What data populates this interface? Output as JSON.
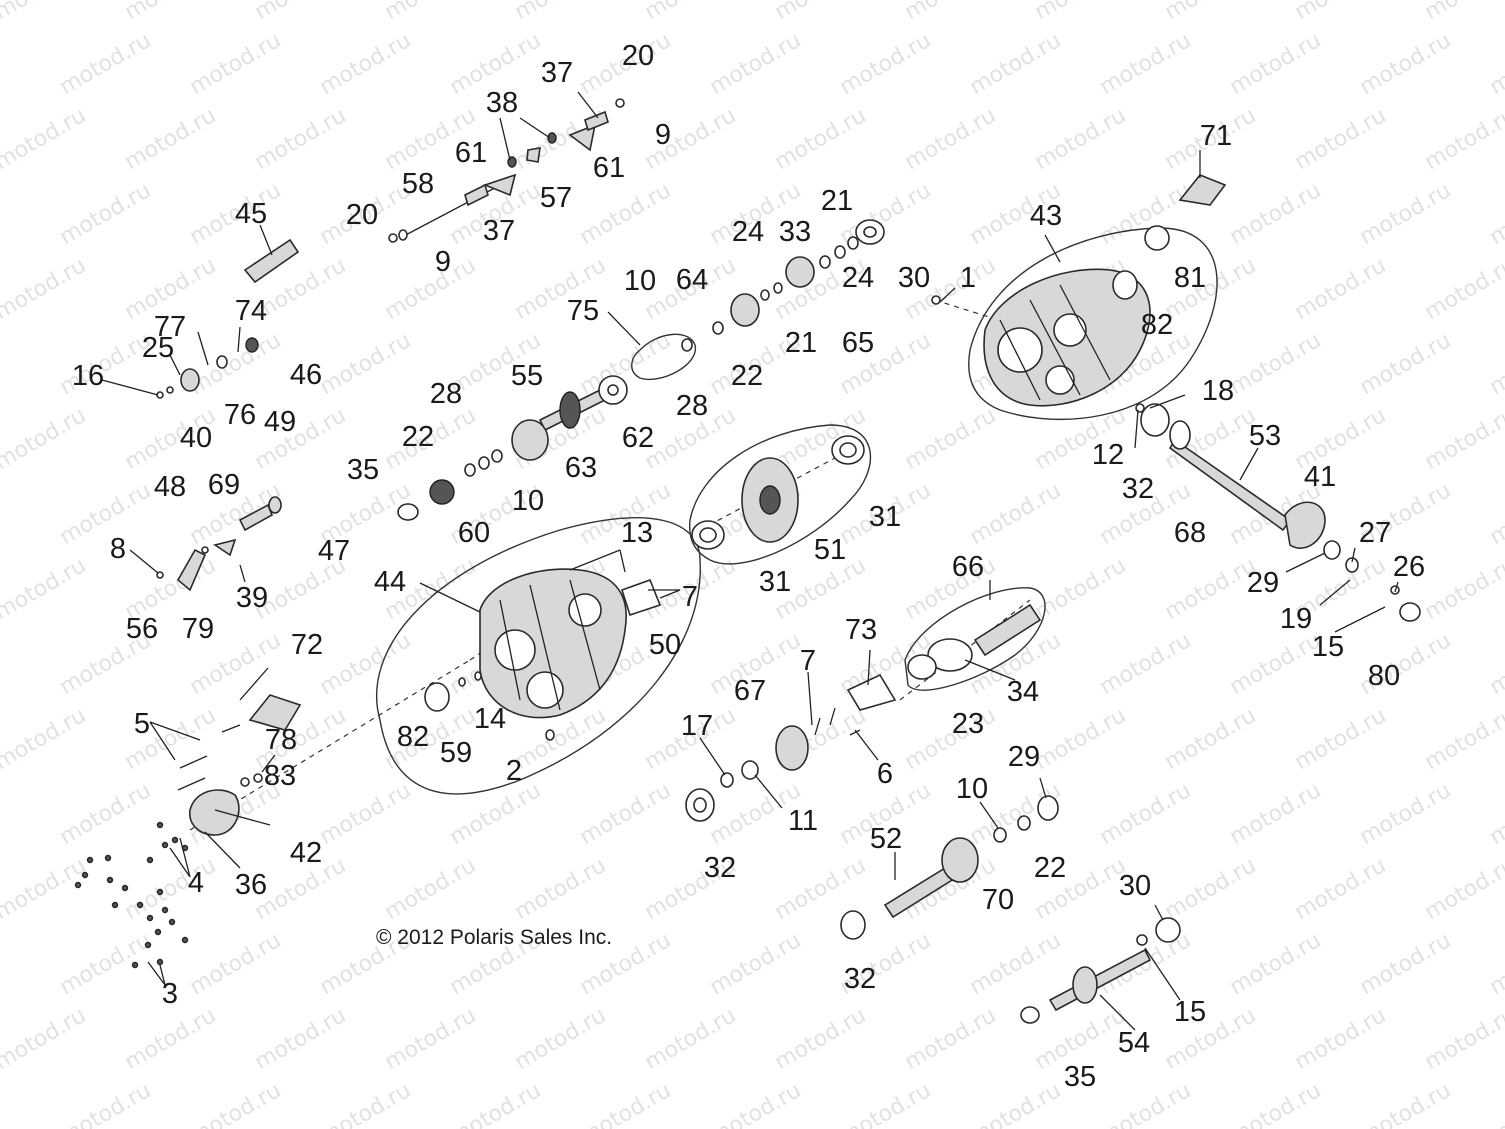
{
  "copyright": "© 2012 Polaris Sales Inc.",
  "watermark": "motod.ru",
  "callouts": [
    "1",
    "2",
    "3",
    "4",
    "5",
    "6",
    "7",
    "8",
    "9",
    "10",
    "11",
    "12",
    "13",
    "14",
    "15",
    "16",
    "17",
    "18",
    "19",
    "20",
    "21",
    "22",
    "23",
    "24",
    "25",
    "26",
    "27",
    "28",
    "29",
    "30",
    "31",
    "32",
    "33",
    "34",
    "35",
    "36",
    "37",
    "38",
    "39",
    "40",
    "41",
    "42",
    "43",
    "44",
    "45",
    "46",
    "47",
    "48",
    "49",
    "50",
    "51",
    "52",
    "53",
    "54",
    "55",
    "56",
    "57",
    "58",
    "59",
    "60",
    "61",
    "62",
    "63",
    "64",
    "65",
    "66",
    "67",
    "68",
    "69",
    "70",
    "71",
    "72",
    "73",
    "74",
    "75",
    "76",
    "77",
    "78",
    "79",
    "80",
    "81",
    "82",
    "83"
  ]
}
